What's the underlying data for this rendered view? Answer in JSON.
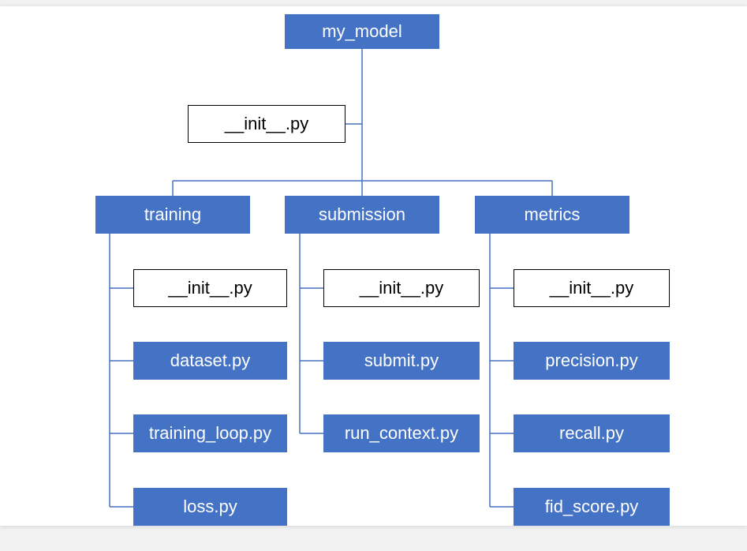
{
  "diagram": {
    "root": {
      "label": "my_model",
      "init": "__init__.py"
    },
    "packages": [
      {
        "label": "training",
        "init": "__init__.py",
        "files": [
          "dataset.py",
          "training_loop.py",
          "loss.py"
        ]
      },
      {
        "label": "submission",
        "init": "__init__.py",
        "files": [
          "submit.py",
          "run_context.py"
        ]
      },
      {
        "label": "metrics",
        "init": "__init__.py",
        "files": [
          "precision.py",
          "recall.py",
          "fid_score.py"
        ]
      }
    ]
  },
  "colors": {
    "node_fill": "#4472c4",
    "connector": "#4472c4",
    "file_box_border": "#000000",
    "background": "#ffffff"
  }
}
